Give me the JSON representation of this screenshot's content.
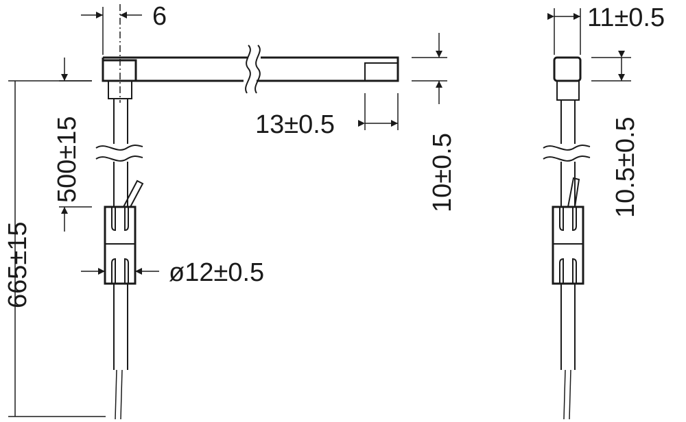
{
  "diagram": {
    "colors": {
      "line": "#1a1a1a",
      "background": "#ffffff"
    },
    "labels": {
      "offset": "6",
      "width_side": "11±0.5",
      "end_length": "13±0.5",
      "height_front": "10±0.5",
      "height_side": "10.5±0.5",
      "cable_length": "500±15",
      "total_length": "665±15",
      "connector_diameter": "ø12±0.5"
    }
  }
}
